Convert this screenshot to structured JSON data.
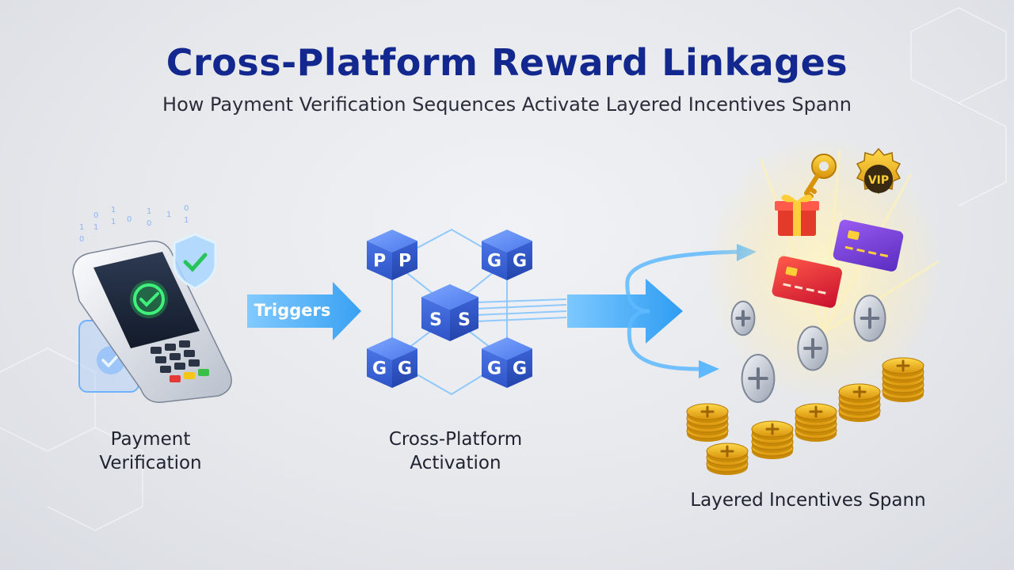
{
  "header": {
    "title": "Cross-Platform Reward Linkages",
    "subtitle": "How Payment Verification Sequences Activate Layered Incentives Spann"
  },
  "flow": {
    "arrow_label": "Triggers",
    "stages": [
      {
        "label_line1": "Payment",
        "label_line2": "Verification",
        "icon": "payment-terminal-icon"
      },
      {
        "label_line1": "Cross-Platform",
        "label_line2": "Activation",
        "icon": "cube-network-icon"
      },
      {
        "label_line1": "Layered Incentives Spann",
        "icon": "rewards-stack-icon"
      }
    ]
  },
  "cubes": [
    {
      "glyph": "P"
    },
    {
      "glyph": "G"
    },
    {
      "glyph": "S"
    },
    {
      "glyph": "G"
    },
    {
      "glyph": "G"
    }
  ],
  "rewards": {
    "badge_text": "VIP"
  },
  "colors": {
    "title": "#13288e",
    "accent_blue": "#3aa8f5",
    "cube_blue": "#3d6de0",
    "coin_gold": "#f2b418",
    "card_red": "#e8313a",
    "card_purple": "#7a3fd6"
  }
}
